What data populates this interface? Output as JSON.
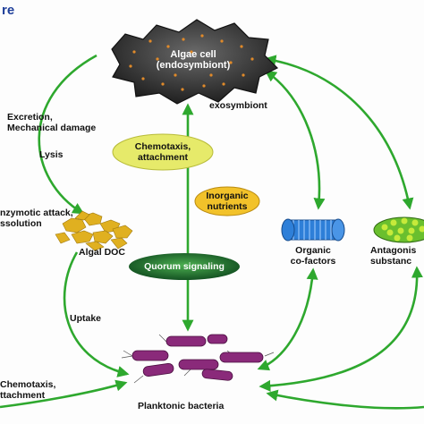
{
  "corner_fragment": "re",
  "nodes": {
    "algae_cell_line1": "Algae cell",
    "algae_cell_line2": "(endosymbiont)",
    "exosymbiont": "exosymbiont",
    "algal_doc": "Algal DOC",
    "organic_cofactors_line1": "Organic",
    "organic_cofactors_line2": "co-factors",
    "antagonistic_line1": "Antagonis",
    "antagonistic_line2": "substanc",
    "planktonic_bacteria": "Planktonic bacteria"
  },
  "processes": {
    "excretion_line1": "Excretion,",
    "excretion_line2": "Mechanical damage",
    "lysis": "Lysis",
    "enzymatic_line1": "nzymotic attack,",
    "enzymatic_line2": "ssolution",
    "chemotaxis_top_line1": "Chemotaxis,",
    "chemotaxis_top_line2": "attachment",
    "inorganic_line1": "Inorganic",
    "inorganic_line2": "nutrients",
    "quorum_signaling": "Quorum signaling",
    "uptake": "Uptake",
    "chemotaxis_bottom_line1": "Chemotaxis,",
    "chemotaxis_bottom_line2": "ttachment"
  },
  "colors": {
    "arrow": "#2ea82e",
    "algae_cell": "#3a3a3a",
    "algae_dots": "#e08a2a",
    "doc_particles": "#e0b020",
    "cofactor": "#2e7fd8",
    "antagonistic": "#6abf2e",
    "bacteria": "#8a2a7a",
    "chemotaxis_ellipse": "#e6ea6a",
    "inorganic_ellipse": "#f2c22a",
    "quorum_ellipse": "#1d6b2d",
    "corner_text": "#1f3f9a"
  }
}
